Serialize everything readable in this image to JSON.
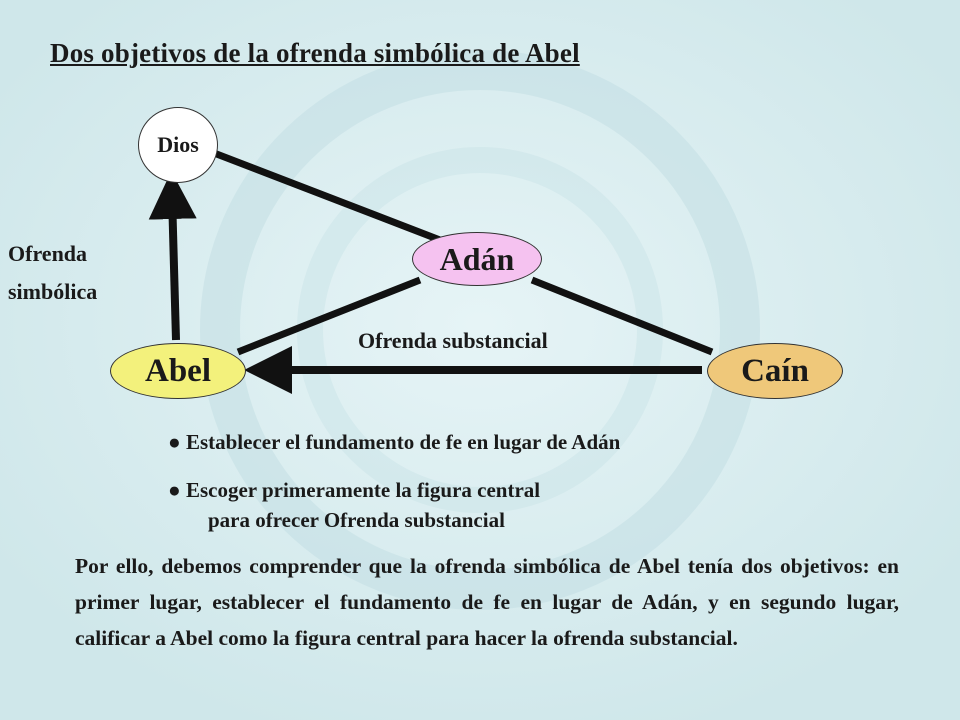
{
  "title": "Dos objetivos de la ofrenda simbólica de Abel",
  "nodes": {
    "dios": "Dios",
    "adan": "Adán",
    "abel": "Abel",
    "cain": "Caín"
  },
  "labels": {
    "ofrenda_simbolica_line1": "Ofrenda",
    "ofrenda_simbolica_line2": "simbólica",
    "ofrenda_substancial": "Ofrenda substancial"
  },
  "bullets": [
    "Establecer el fundamento de fe en lugar de Adán",
    "Escoger primeramente la figura central",
    "para ofrecer Ofrenda substancial"
  ],
  "paragraph": "Por ello, debemos comprender que la ofrenda simbólica de Abel tenía dos objetivos: en primer lugar, establecer el fundamento de fe en lugar de Adán, y en segundo lugar, calificar a Abel como la figura central para hacer la ofrenda substancial.",
  "colors": {
    "background": "#d6ecef",
    "dios": "#ffffff",
    "adan": "#f5c2f0",
    "abel": "#f3f17c",
    "cain": "#efc87a"
  }
}
